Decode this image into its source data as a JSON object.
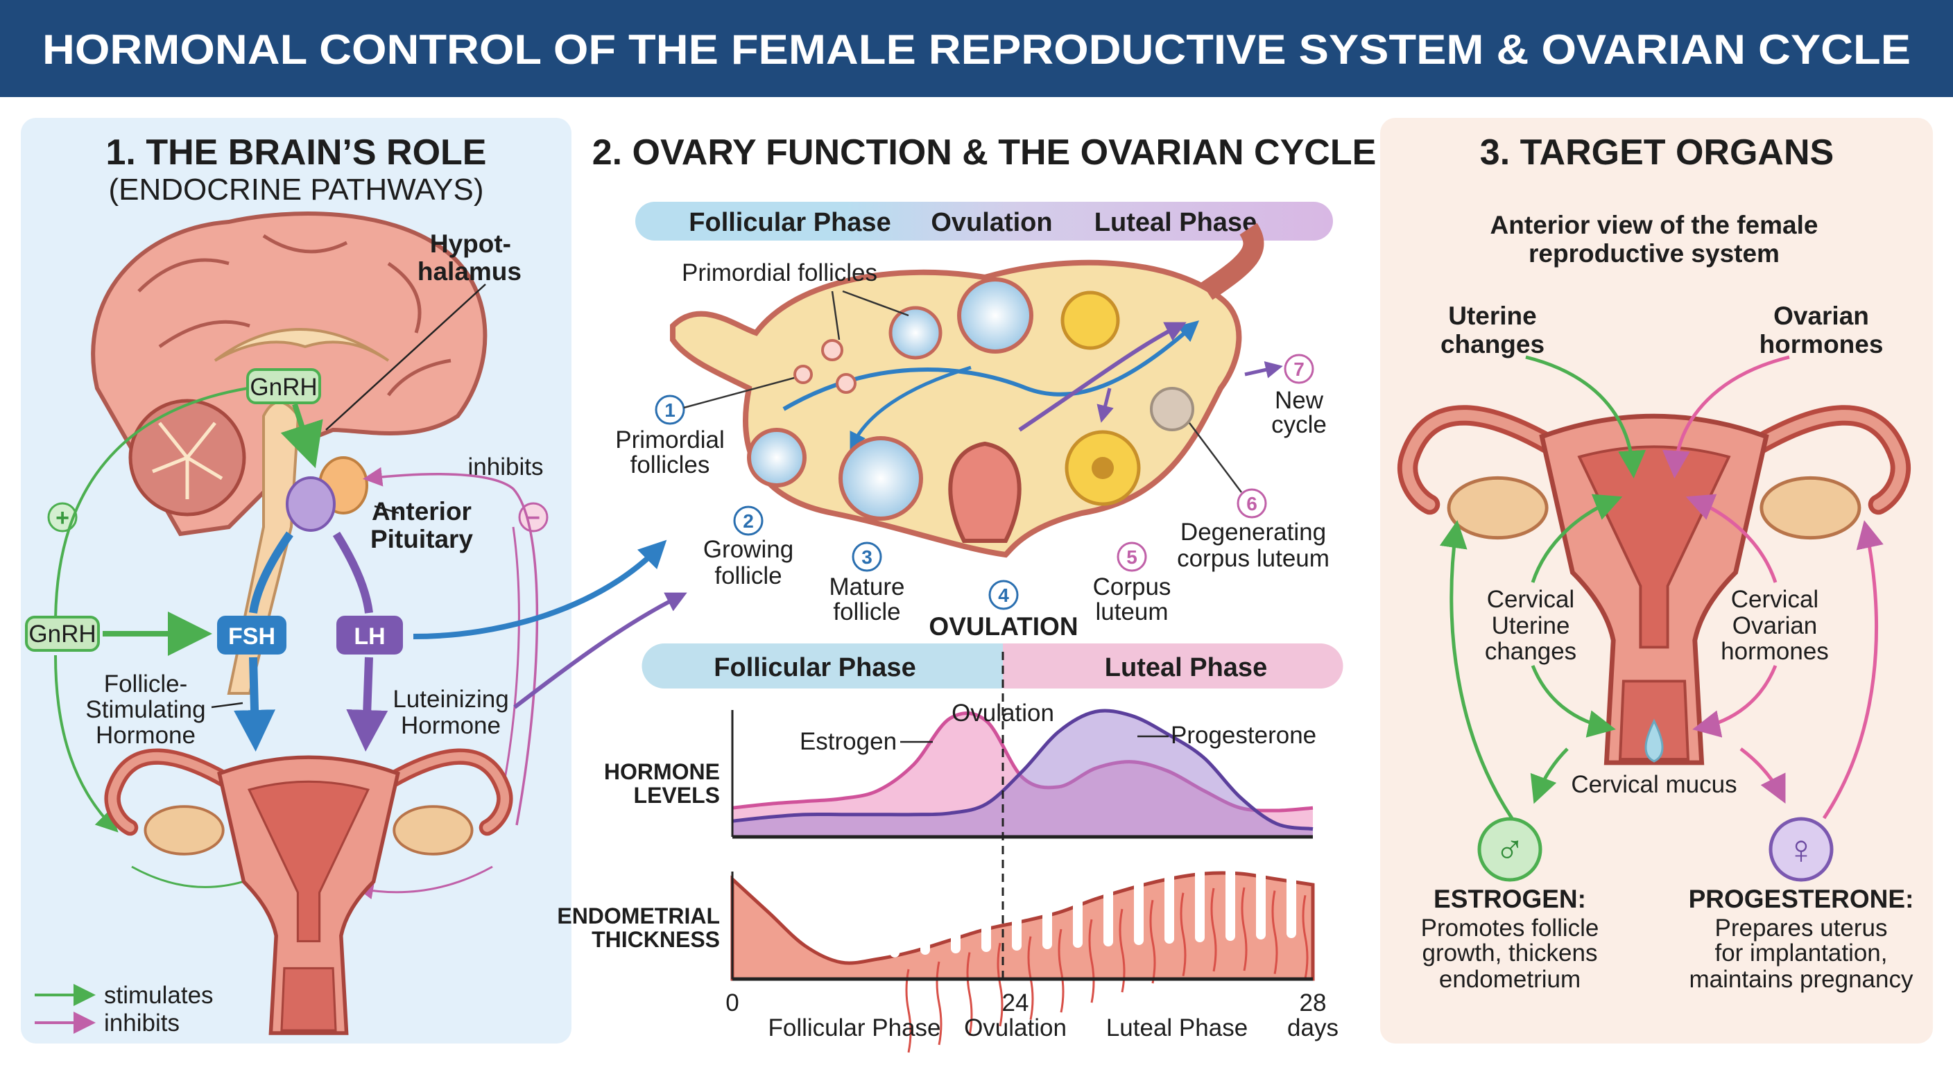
{
  "title": "HORMONAL CONTROL OF THE FEMALE REPRODUCTIVE SYSTEM & OVARIAN CYCLE",
  "colors": {
    "header": "#1f4a7c",
    "stimulates": "#4caf50",
    "inhibits": "#c060a8",
    "fsh": "#2f7fc4",
    "lh": "#7b58b0",
    "estrogen": "#d0529a",
    "progesterone": "#5b3f9c",
    "endometrium": "#e0746a"
  },
  "panel1": {
    "title": "1. THE BRAIN’S ROLE",
    "subtitle": "(ENDOCRINE PATHWAYS)",
    "hypothalamus": [
      "Hypot-",
      "halamus"
    ],
    "gnrh_brain": "GnRH",
    "inhibits": "inhibits",
    "plus": "+",
    "minus": "−",
    "anterior_pituitary": [
      "Anterior",
      "Pituitary"
    ],
    "gnrh_left": "GnRH",
    "fsh": "FSH",
    "lh": "LH",
    "fsh_full": [
      "Follicle-",
      "Stimulating",
      "Hormone"
    ],
    "lh_full": [
      "Luteinizing",
      "Hormone"
    ],
    "legend": {
      "stimulates": "stimulates",
      "inhibits": "inhibits"
    }
  },
  "panel2": {
    "title": "2. OVARY FUNCTION & THE OVARIAN CYCLE",
    "top_bar": {
      "follicular": "Follicular Phase",
      "ovulation": "Ovulation",
      "luteal": "Luteal Phase"
    },
    "primordial_top": "Primordial follicles",
    "stages": [
      {
        "num": "1",
        "label": [
          "Primordial",
          "follicles"
        ]
      },
      {
        "num": "2",
        "label": [
          "Growing",
          "follicle"
        ]
      },
      {
        "num": "3",
        "label": [
          "Mature",
          "follicle"
        ]
      },
      {
        "num": "4",
        "label": [
          "OVULATION"
        ]
      },
      {
        "num": "5",
        "label": [
          "Corpus",
          "luteum"
        ]
      },
      {
        "num": "6",
        "label": [
          "Degenerating",
          "corpus luteum"
        ]
      },
      {
        "num": "7",
        "label": [
          "New",
          "cycle"
        ]
      }
    ],
    "phase_bar": {
      "follicular": "Follicular Phase",
      "luteal": "Luteal Phase"
    }
  },
  "chart_data": {
    "type": "area",
    "hormone_label": [
      "HORMONE",
      "LEVELS"
    ],
    "endometrium_label": [
      "ENDOMETRIAL",
      "THICKNESS"
    ],
    "ovulation_label": "Ovulation",
    "x_ticks": [
      "0",
      "24",
      "28"
    ],
    "x_labels": [
      "Follicular Phase",
      "Ovulation",
      "Luteal Phase",
      "days"
    ],
    "series": [
      {
        "name": "Estrogen",
        "values": [
          0.22,
          0.25,
          0.27,
          0.29,
          0.35,
          0.55,
          0.9,
          0.88,
          0.45,
          0.38,
          0.52,
          0.57,
          0.5,
          0.35,
          0.22,
          0.2,
          0.22
        ]
      },
      {
        "name": "Progesterone",
        "values": [
          0.12,
          0.15,
          0.17,
          0.17,
          0.17,
          0.17,
          0.18,
          0.25,
          0.5,
          0.8,
          0.95,
          0.92,
          0.78,
          0.6,
          0.3,
          0.1,
          0.06
        ]
      }
    ],
    "endometrial_thickness": [
      0.9,
      0.6,
      0.3,
      0.15,
      0.18,
      0.25,
      0.35,
      0.45,
      0.52,
      0.6,
      0.72,
      0.82,
      0.9,
      0.95,
      0.95,
      0.9,
      0.85
    ]
  },
  "panel3": {
    "title": "3. TARGET ORGANS",
    "subtitle": [
      "Anterior view of the female",
      "reproductive system"
    ],
    "uterine_changes": [
      "Uterine",
      "changes"
    ],
    "ovarian_hormones": [
      "Ovarian",
      "hormones"
    ],
    "cervical_uterine": [
      "Cervical",
      "Uterine",
      "changes"
    ],
    "cervical_ovarian": [
      "Cervical",
      "Ovarian",
      "hormones"
    ],
    "cervical_mucus": "Cervical mucus",
    "estrogen": {
      "symbol": "♂",
      "title": "ESTROGEN:",
      "desc": [
        "Promotes follicle",
        "growth, thickens",
        "endometrium"
      ]
    },
    "progesterone": {
      "symbol": "♀",
      "title": "PROGESTERONE:",
      "desc": [
        "Prepares uterus",
        "for implantation,",
        "maintains pregnancy"
      ]
    }
  }
}
